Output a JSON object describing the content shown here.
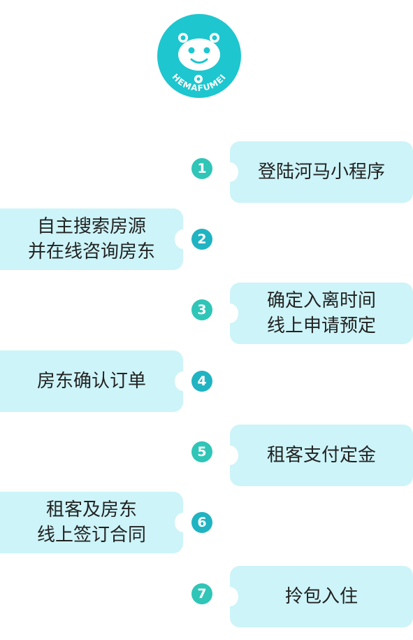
{
  "logo": {
    "brand_text": "HEMAFUMEI",
    "icon": "hippo-mascot-logo",
    "color": "#1ec6cf"
  },
  "steps": [
    {
      "number": "1",
      "lines": [
        "登陆河马小程序"
      ]
    },
    {
      "number": "2",
      "lines": [
        "自主搜索房源",
        "并在线咨询房东"
      ]
    },
    {
      "number": "3",
      "lines": [
        "确定入离时间",
        "线上申请预定"
      ]
    },
    {
      "number": "4",
      "lines": [
        "房东确认订单"
      ]
    },
    {
      "number": "5",
      "lines": [
        "租客支付定金"
      ]
    },
    {
      "number": "6",
      "lines": [
        "租客及房东",
        "线上签订合同"
      ]
    },
    {
      "number": "7",
      "lines": [
        "拎包入住"
      ]
    }
  ],
  "colors": {
    "card_bg": "#cdf4f8",
    "number_teal": "#2fc5b7",
    "number_cyan": "#20b3c2"
  }
}
